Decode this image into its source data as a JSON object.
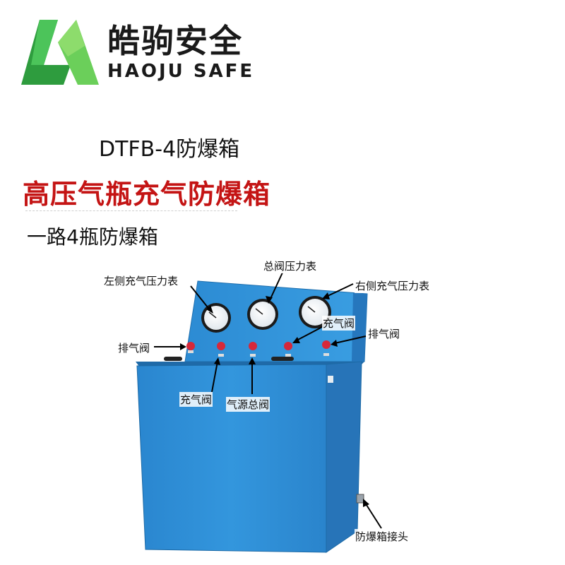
{
  "brand": {
    "name_cn": "皓驹安全",
    "name_en": "HAOJU SAFE"
  },
  "product": {
    "model": "DTFB-4防爆箱",
    "title": "高压气瓶充气防爆箱",
    "subtitle": "一路4瓶防爆箱"
  },
  "annotations": {
    "left_gauge": "左侧充气压力表",
    "main_gauge": "总阀压力表",
    "right_gauge": "右侧充气压力表",
    "exhaust_left": "排气阀",
    "exhaust_right": "排气阀",
    "charge_upper": "充气阀",
    "charge_lower": "充气阀",
    "source_main": "气源总阀",
    "connector": "防爆箱接头"
  },
  "colors": {
    "brand_green": "#3bb54a",
    "title_red": "#c41414",
    "cabinet_blue": "#2e8fd6",
    "valve_red": "#d6283a"
  }
}
